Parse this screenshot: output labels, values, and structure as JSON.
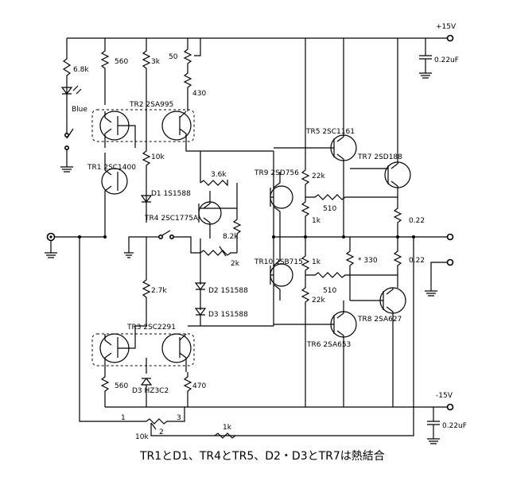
{
  "labels": {
    "plus_rail": "+15V",
    "minus_rail": "-15V",
    "c_top": "0.22uF",
    "c_bot": "0.22uF",
    "r_68k": "6.8k",
    "led": "Blue",
    "r_560_top": "560",
    "r_3k": "3k",
    "r_50": "50",
    "r_430": "430",
    "tr2": "TR2 2SA995",
    "tr1": "TR1 2SC1400",
    "r_10k_top": "10k",
    "d1": "D1 1S1588",
    "r_36k": "3.6k",
    "tr4": "TR4 2SC1775A",
    "r_82k": "8.2k",
    "r_2k": "2k",
    "r_27k": "2.7k",
    "d2": "D2 1S1588",
    "d3": "D3 1S1588",
    "tr3": "TR3 2SC2291",
    "r_560_bot": "560",
    "d3z": "D3 HZ3C2",
    "r_470": "470",
    "tr5": "TR5 2SC1161",
    "tr7": "TR7 2SD188",
    "tr9": "TR9 2SD756",
    "r_22k_top": "22k",
    "r_510_top": "510",
    "r_1k_top": "1k",
    "r_022_top": "0.22",
    "tr10": "TR10 2SB715",
    "r_1k_bot": "1k",
    "r_330": "* 330",
    "r_022_bot": "0.22",
    "r_510_bot": "510",
    "r_22k_bot": "22k",
    "tr8": "TR8 2SA627",
    "tr6": "TR6 2SA653",
    "pot_pin1": "1",
    "pot_pin2": "2",
    "pot_pin3": "3",
    "pot_10k": "10k",
    "r_1k_fb": "1k",
    "caption": "TR1とD1、TR4とTR5、D2・D3とTR7は熱結合"
  }
}
